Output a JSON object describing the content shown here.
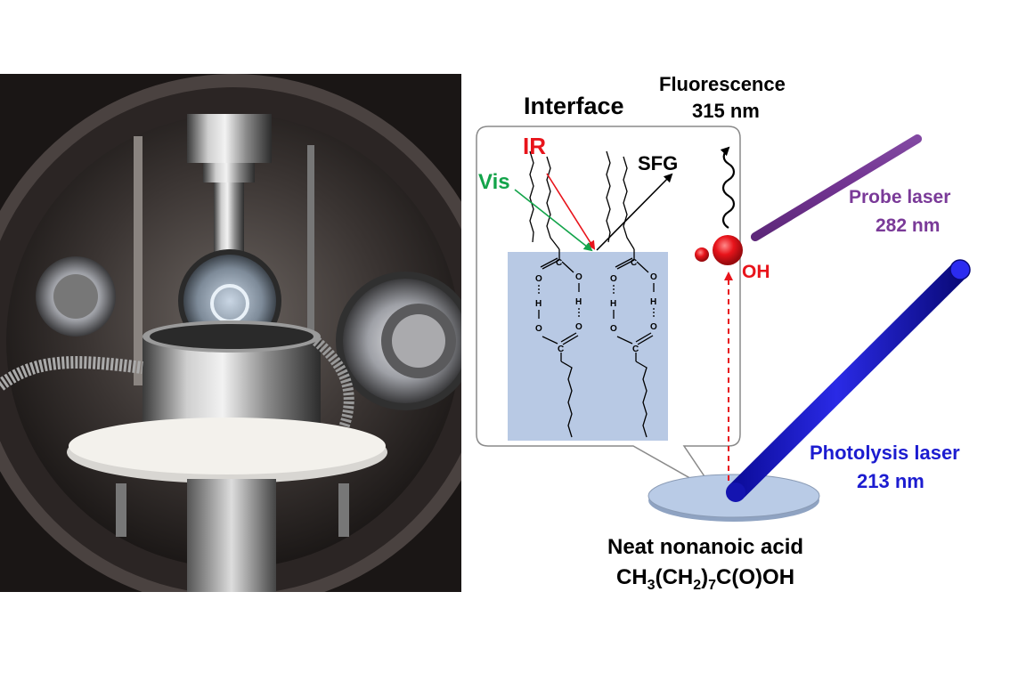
{
  "labels": {
    "interface": "Interface",
    "fluorescence_line1": "Fluorescence",
    "fluorescence_line2": "315 nm",
    "ir": "IR",
    "vis": "Vis",
    "sfg": "SFG",
    "probe_line1": "Probe laser",
    "probe_line2": "282 nm",
    "oh": "OH",
    "photolysis_line1": "Photolysis laser",
    "photolysis_line2": "213 nm",
    "sample_line1": "Neat nonanoic acid",
    "formula_parts": [
      "CH",
      "3",
      "(CH",
      "2",
      ")",
      "7",
      "C(O)OH"
    ]
  },
  "atoms": {
    "o": "O",
    "h": "H",
    "c": "C"
  },
  "colors": {
    "ir": "#e8141b",
    "vis": "#13a44a",
    "probe": "#7a3a98",
    "photolysis": "#1c1cd0",
    "oh": "#e8141b",
    "interface_box": "#b8c9e4",
    "sample_disk": "#b9cbe6"
  }
}
